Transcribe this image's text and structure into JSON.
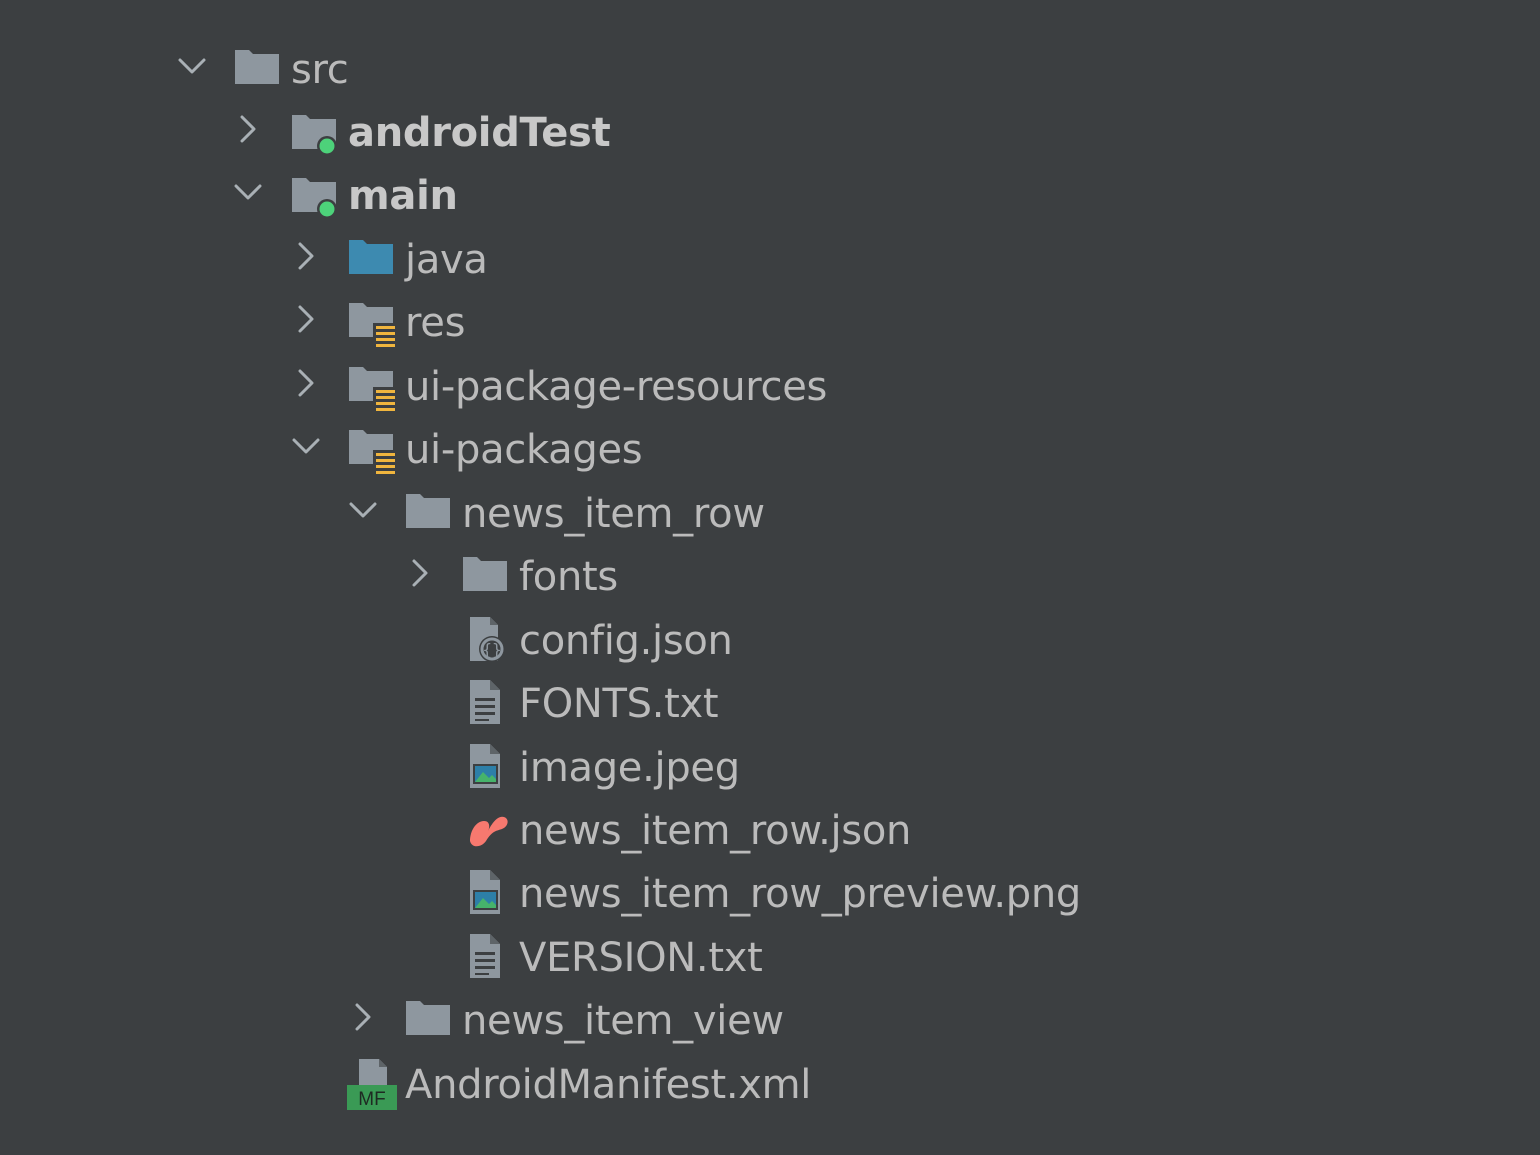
{
  "tree": {
    "items": [
      {
        "label": "src",
        "icon": "folder-icon",
        "expanded": true,
        "has_chevron": true,
        "bold": false
      },
      {
        "label": "androidTest",
        "icon": "module-folder-icon",
        "expanded": false,
        "has_chevron": true,
        "bold": true
      },
      {
        "label": "main",
        "icon": "module-folder-icon",
        "expanded": true,
        "has_chevron": true,
        "bold": true
      },
      {
        "label": "java",
        "icon": "source-folder-icon",
        "expanded": false,
        "has_chevron": true,
        "bold": false
      },
      {
        "label": "res",
        "icon": "resource-folder-icon",
        "expanded": false,
        "has_chevron": true,
        "bold": false
      },
      {
        "label": "ui-package-resources",
        "icon": "resource-folder-icon",
        "expanded": false,
        "has_chevron": true,
        "bold": false
      },
      {
        "label": "ui-packages",
        "icon": "resource-folder-icon",
        "expanded": true,
        "has_chevron": true,
        "bold": false
      },
      {
        "label": "news_item_row",
        "icon": "folder-icon",
        "expanded": true,
        "has_chevron": true,
        "bold": false
      },
      {
        "label": "fonts",
        "icon": "folder-icon",
        "expanded": false,
        "has_chevron": true,
        "bold": false
      },
      {
        "label": "config.json",
        "icon": "json-file-icon",
        "has_chevron": false,
        "bold": false
      },
      {
        "label": "FONTS.txt",
        "icon": "text-file-icon",
        "has_chevron": false,
        "bold": false
      },
      {
        "label": "image.jpeg",
        "icon": "image-file-icon",
        "has_chevron": false,
        "bold": false
      },
      {
        "label": "news_item_row.json",
        "icon": "lottie-file-icon",
        "has_chevron": false,
        "bold": false
      },
      {
        "label": "news_item_row_preview.png",
        "icon": "image-file-icon",
        "has_chevron": false,
        "bold": false
      },
      {
        "label": "VERSION.txt",
        "icon": "text-file-icon",
        "has_chevron": false,
        "bold": false
      },
      {
        "label": "news_item_view",
        "icon": "folder-icon",
        "expanded": false,
        "has_chevron": true,
        "bold": false
      },
      {
        "label": "AndroidManifest.xml",
        "icon": "manifest-file-icon",
        "has_chevron": false,
        "bold": false
      }
    ]
  },
  "icons": {
    "manifest_badge": "MF"
  },
  "colors": {
    "background": "#3c3f41",
    "text": "#bbbbbb",
    "folder": "#8e979f",
    "source_folder": "#3d8ab0",
    "module_dot": "#4dd27a",
    "resource_lines": "#f0b53e",
    "lottie": "#f7796f",
    "manifest_badge": "#3a9a55"
  }
}
